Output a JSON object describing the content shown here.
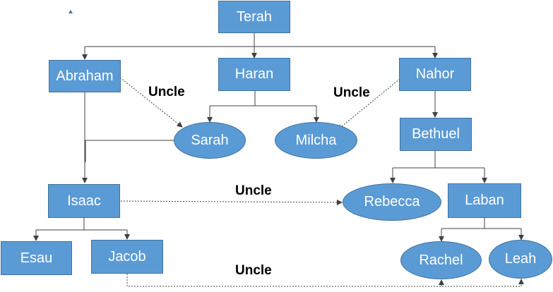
{
  "people": {
    "terah": "Terah",
    "abraham": "Abraham",
    "haran": "Haran",
    "nahor": "Nahor",
    "sarah": "Sarah",
    "milcha": "Milcha",
    "bethuel": "Bethuel",
    "isaac": "Isaac",
    "rebecca": "Rebecca",
    "laban": "Laban",
    "esau": "Esau",
    "jacob": "Jacob",
    "rachel": "Rachel",
    "leah": "Leah"
  },
  "relations": {
    "abraham_sarah": "Uncle",
    "nahor_milcha": "Uncle",
    "isaac_rebecca": "Uncle",
    "jacob_rachel_leah": "Uncle"
  },
  "colors": {
    "node_fill": "#5b9bd5",
    "node_border": "#41719c",
    "node_text": "#ffffff",
    "connector": "#404040",
    "label_text": "#000000"
  }
}
